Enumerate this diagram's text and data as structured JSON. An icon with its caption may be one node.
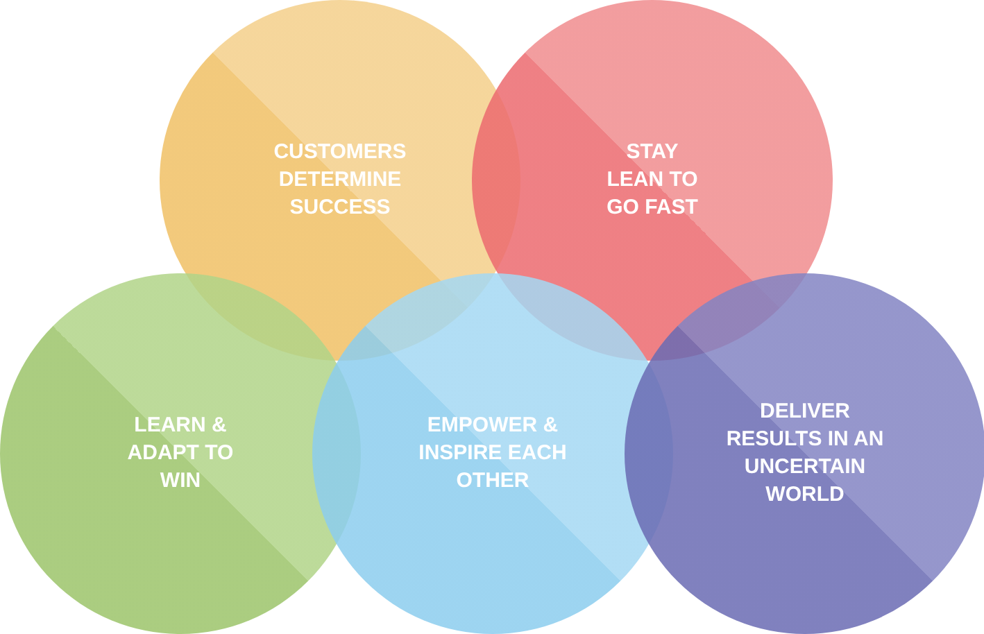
{
  "diagram": {
    "nodes": [
      {
        "text": [
          "CUSTOMERS DETERMINE SUCCESS"
        ]
      },
      {
        "text": [
          "STAY LEAN TO GO FAST"
        ]
      },
      {
        "text": [
          "LEARN & ADAPT TO WIN"
        ]
      },
      {
        "text": [
          "EMPOWER & INSPIRE EACH OTHER"
        ]
      },
      {
        "text": [
          "DELIVER RESULTS IN AN UNCERTAIN WORLD"
        ]
      }
    ]
  }
}
